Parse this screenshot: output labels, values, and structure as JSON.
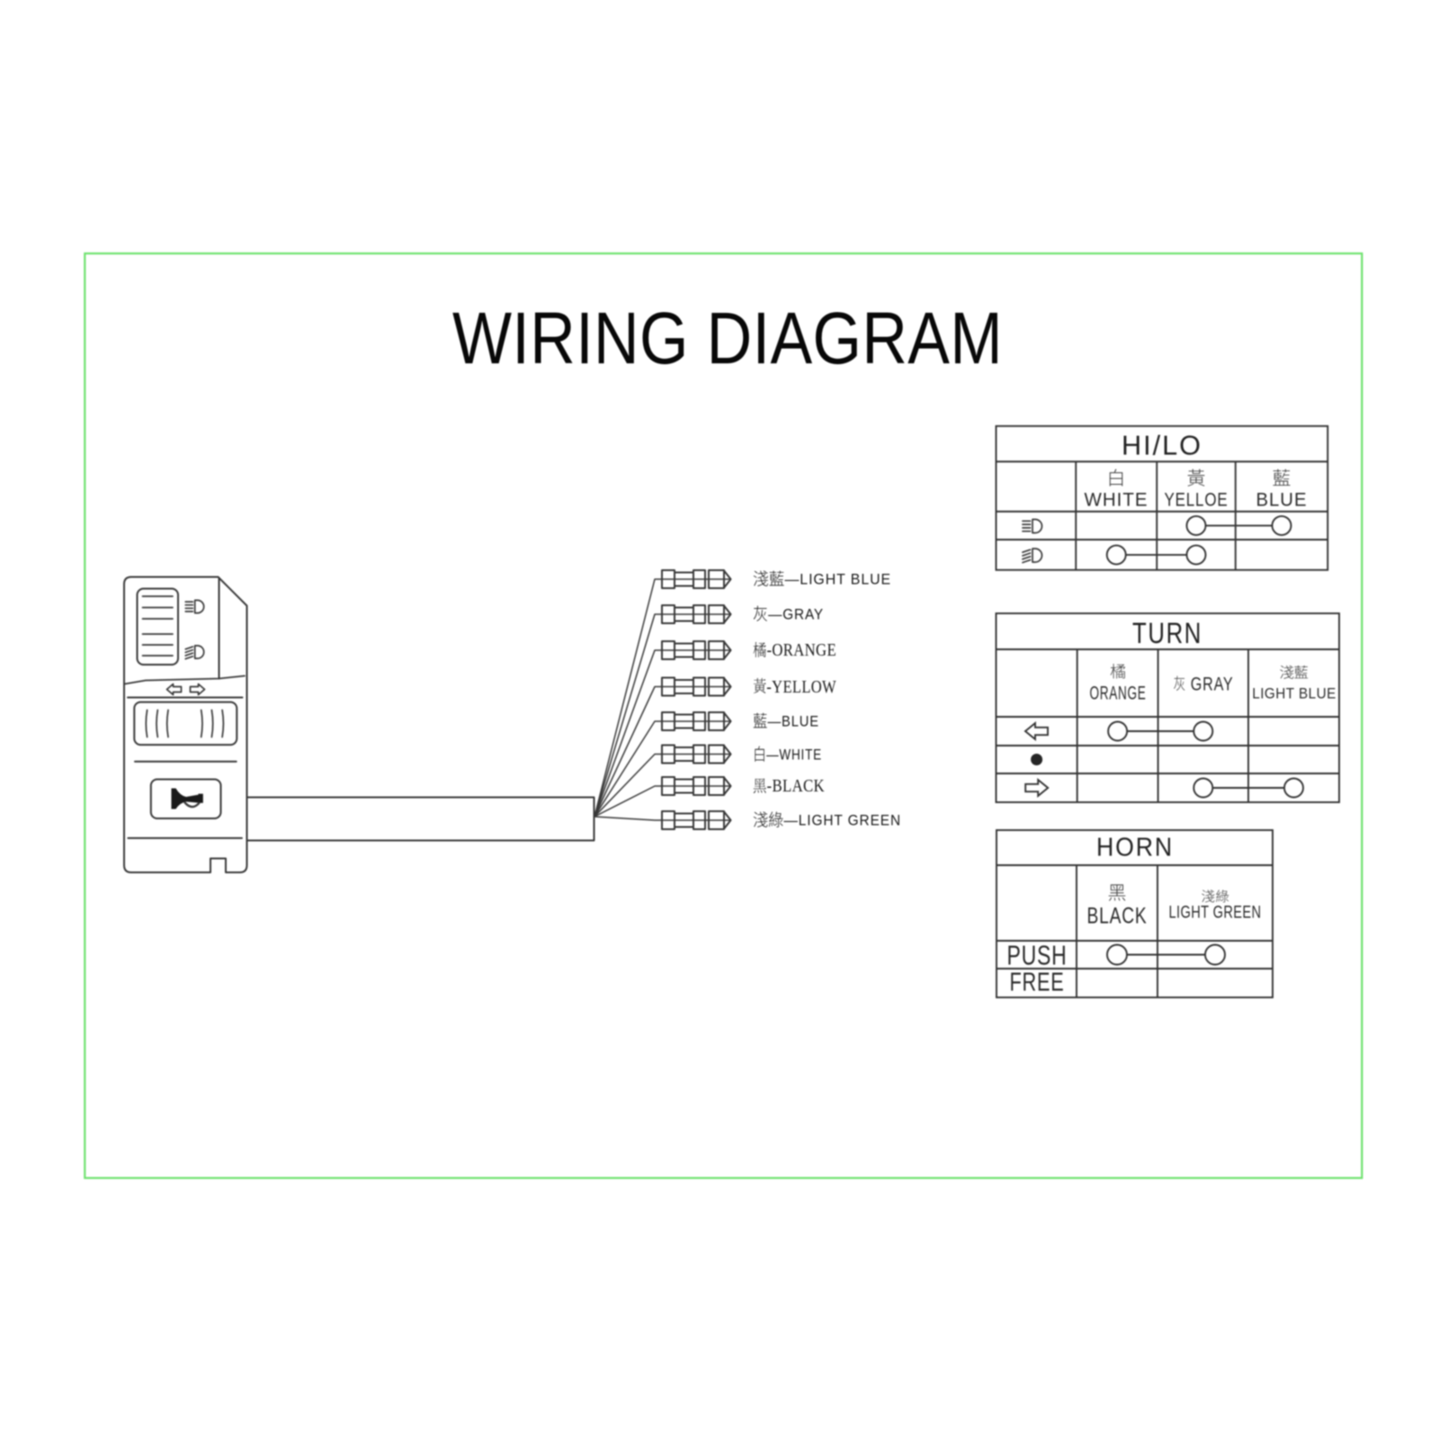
{
  "page": {
    "background": "#ffffff",
    "border_color": "#6FE26F",
    "line_color": "#383838",
    "text_color": "#333333"
  },
  "title": "WIRING DIAGRAM",
  "switch": {
    "icons": [
      "high-beam-icon",
      "low-beam-icon",
      "turn-left-arrow-icon",
      "turn-right-arrow-icon",
      "horn-icon"
    ],
    "controls": [
      "hilo-slider",
      "turn-slider",
      "horn-button"
    ]
  },
  "wires": [
    {
      "label": "淺藍—LIGHT BLUE",
      "color_name": "LIGHT BLUE",
      "style": "sans"
    },
    {
      "label": "灰—GRAY",
      "color_name": "GRAY",
      "style": "sans"
    },
    {
      "label": "橘-ORANGE",
      "color_name": "ORANGE",
      "style": "serif"
    },
    {
      "label": "黃-YELLOW",
      "color_name": "YELLOW",
      "style": "serif"
    },
    {
      "label": "藍—BLUE",
      "color_name": "BLUE",
      "style": "sans"
    },
    {
      "label": "白—WHITE",
      "color_name": "WHITE",
      "style": "sans"
    },
    {
      "label": "黑-BLACK",
      "color_name": "BLACK",
      "style": "serif"
    },
    {
      "label": "淺綠—LIGHT GREEN",
      "color_name": "LIGHT GREEN",
      "style": "sans"
    }
  ],
  "tables": {
    "hilo": {
      "title": "HI/LO",
      "columns": [
        {
          "cjk": "白",
          "latin": "WHITE"
        },
        {
          "cjk": "黃",
          "latin": "YELLOE"
        },
        {
          "cjk": "藍",
          "latin": "BLUE"
        }
      ],
      "rows": [
        {
          "icon": "high-beam-icon",
          "bridged": [
            "黃 YELLOE",
            "藍 BLUE"
          ]
        },
        {
          "icon": "low-beam-icon",
          "bridged": [
            "白 WHITE",
            "黃 YELLOE"
          ]
        }
      ]
    },
    "turn": {
      "title": "TURN",
      "columns": [
        {
          "cjk": "橘",
          "latin": "ORANGE"
        },
        {
          "cjk": "灰",
          "latin": "GRAY"
        },
        {
          "cjk": "淺藍",
          "latin": "LIGHT BLUE"
        }
      ],
      "rows": [
        {
          "icon": "turn-left-arrow-icon",
          "bridged": [
            "橘 ORANGE",
            "灰 GRAY"
          ]
        },
        {
          "icon": "turn-center-dot-icon",
          "bridged": []
        },
        {
          "icon": "turn-right-arrow-icon",
          "bridged": [
            "灰 GRAY",
            "淺藍 LIGHT BLUE"
          ]
        }
      ]
    },
    "horn": {
      "title": "HORN",
      "columns": [
        {
          "cjk": "黑",
          "latin": "BLACK"
        },
        {
          "cjk": "淺綠",
          "latin": "LIGHT GREEN"
        }
      ],
      "rows": [
        {
          "label": "PUSH",
          "bridged": [
            "黑 BLACK",
            "淺綠 LIGHT GREEN"
          ]
        },
        {
          "label": "FREE",
          "bridged": []
        }
      ]
    }
  }
}
